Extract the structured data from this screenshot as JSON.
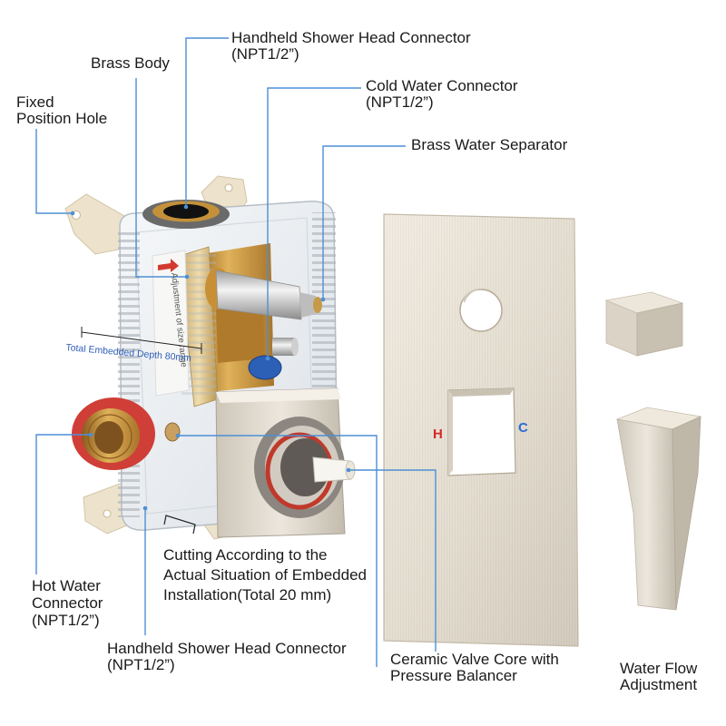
{
  "colors": {
    "callout_line": "#4d8fd6",
    "label_text": "#1a1a1a",
    "hot_mark": "#d42a2a",
    "cold_mark": "#2a6ad4",
    "brushed_nickel": "#e4ddd0",
    "brass": "#c9973a",
    "hot_ring": "#cf3f37",
    "o_ring": "#2c5fb6",
    "dimension_text": "#2f5fb8"
  },
  "callouts": {
    "handheld_connector_top": {
      "title": "Handheld Shower Head Connector",
      "spec": "(NPT1/2”)"
    },
    "brass_body": {
      "title": "Brass Body"
    },
    "fixed_position_hole": {
      "lines": [
        "Fixed",
        "Position Hole"
      ]
    },
    "cold_water_connector": {
      "title": "Cold Water Connector",
      "spec": "(NPT1/2”)"
    },
    "brass_water_separator": {
      "title": "Brass Water Separator"
    },
    "cutting_note": {
      "lines": [
        "Cutting According to the",
        "Actual Situation of Embedded",
        "Installation(Total 20 mm)"
      ]
    },
    "hot_water_connector": {
      "lines": [
        "Hot Water",
        "Connector",
        "(NPT1/2”)"
      ]
    },
    "handheld_connector_bottom": {
      "title": "Handheld Shower Head Connector",
      "spec": "(NPT1/2”)"
    },
    "ceramic_valve_core": {
      "lines": [
        "Ceramic Valve Core with",
        "Pressure Balancer"
      ]
    },
    "water_flow_adjustment": {
      "lines": [
        "Water Flow",
        "Adjustment"
      ]
    }
  },
  "valve_body": {
    "embedded_depth_label": "Total Embedded Depth 80mm",
    "size_adjust_label": "Adjustment of size range"
  },
  "trim_plate": {
    "hot_mark": "H",
    "cold_mark": "C"
  }
}
